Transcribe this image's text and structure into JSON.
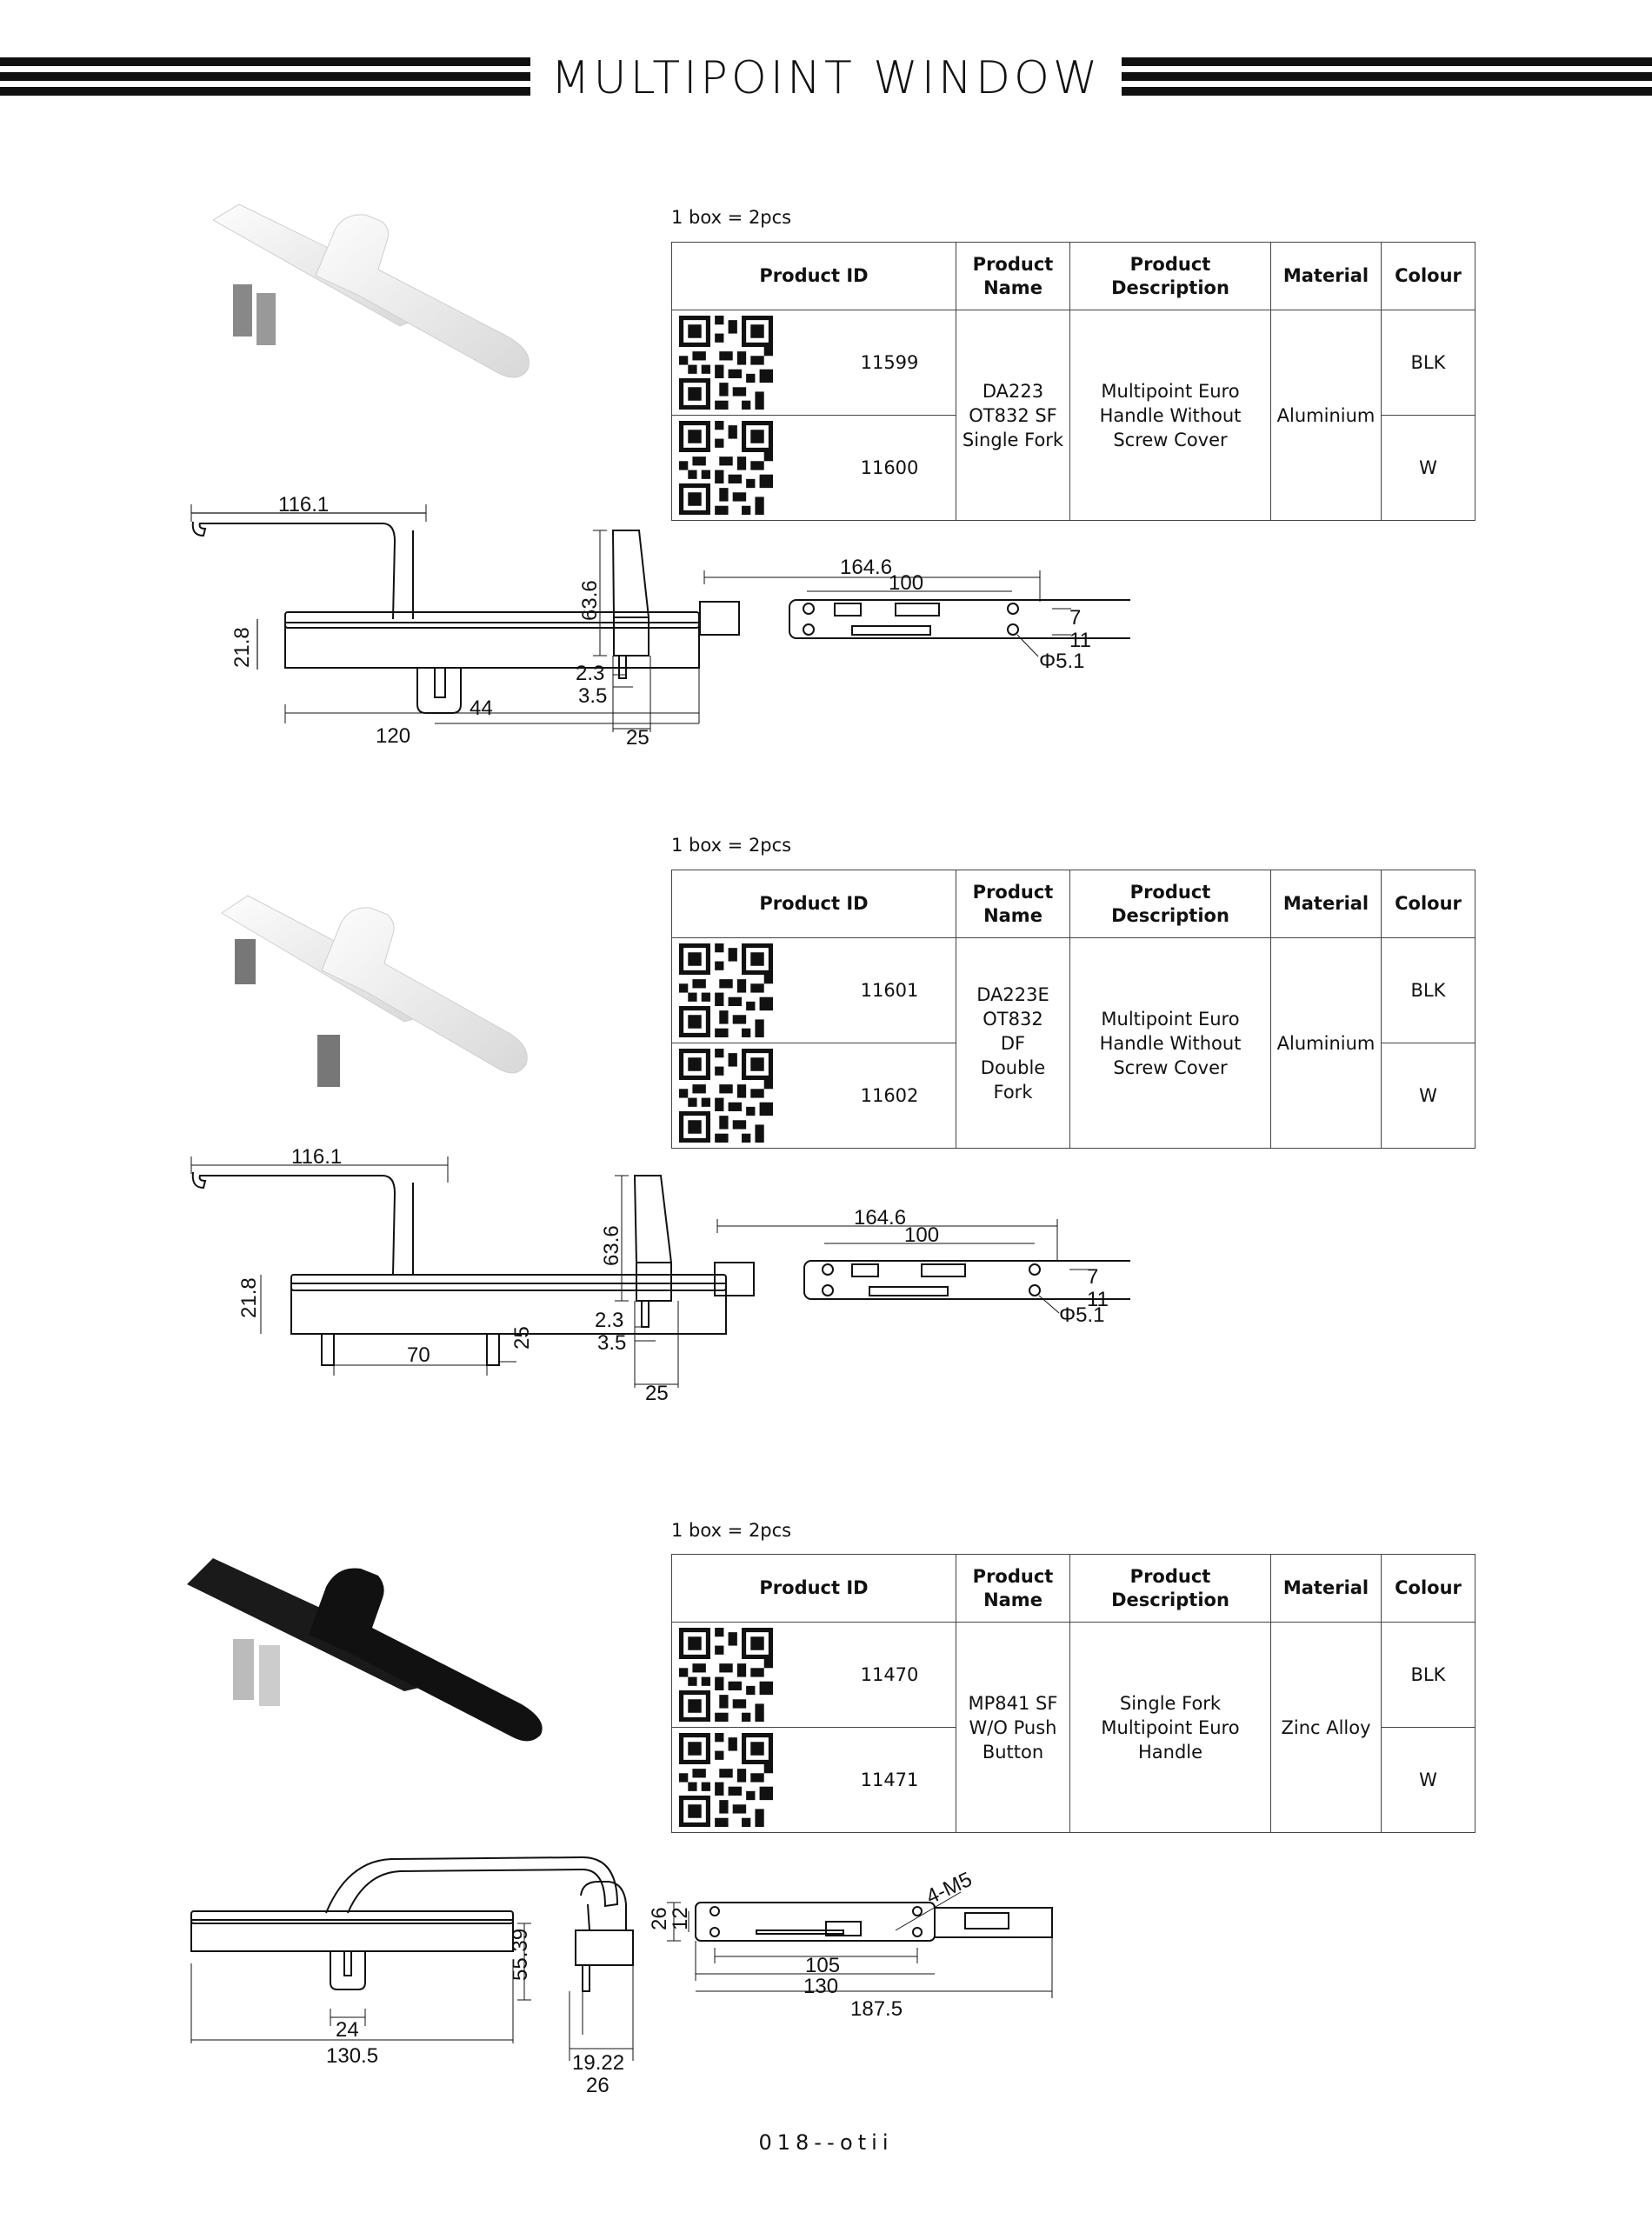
{
  "page_title": "MULTIPOINT WINDOW",
  "footer": "018--otii",
  "table_headers": {
    "product_id": "Product ID",
    "product_name": "Product Name",
    "product_description": "Product Description",
    "material": "Material",
    "colour": "Colour"
  },
  "products": [
    {
      "box_note": "1 box = 2pcs",
      "ids": [
        "11599",
        "11600"
      ],
      "name": "DA223 OT832 SF Single Fork",
      "description": "Multipoint Euro Handle Without Screw Cover",
      "material": "Aluminium",
      "colours": [
        "BLK",
        "W"
      ],
      "dims_handle": [
        "116.1",
        "21.8",
        "120",
        "44"
      ],
      "dims_side": [
        "63.6",
        "2.3",
        "3.5",
        "25"
      ],
      "dims_back": [
        "164.6",
        "100",
        "7",
        "11",
        "Φ5.1"
      ]
    },
    {
      "box_note": "1 box = 2pcs",
      "ids": [
        "11601",
        "11602"
      ],
      "name": "DA223E OT832 DF Double Fork",
      "description": "Multipoint Euro Handle Without Screw Cover",
      "material": "Aluminium",
      "colours": [
        "BLK",
        "W"
      ],
      "dims_handle": [
        "116.1",
        "21.8",
        "70",
        "25"
      ],
      "dims_side": [
        "63.6",
        "2.3",
        "3.5",
        "25"
      ],
      "dims_back": [
        "164.6",
        "100",
        "7",
        "11",
        "Φ5.1"
      ]
    },
    {
      "box_note": "1 box = 2pcs",
      "ids": [
        "11470",
        "11471"
      ],
      "name": "MP841 SF W/O Push Button",
      "description": "Single Fork Multipoint Euro Handle",
      "material": "Zinc Alloy",
      "colours": [
        "BLK",
        "W"
      ],
      "dims_handle": [
        "55.39",
        "24",
        "130.5"
      ],
      "dims_side": [
        "19.22",
        "26"
      ],
      "dims_back": [
        "4-M5",
        "26",
        "12",
        "105",
        "130",
        "187.5"
      ]
    }
  ]
}
